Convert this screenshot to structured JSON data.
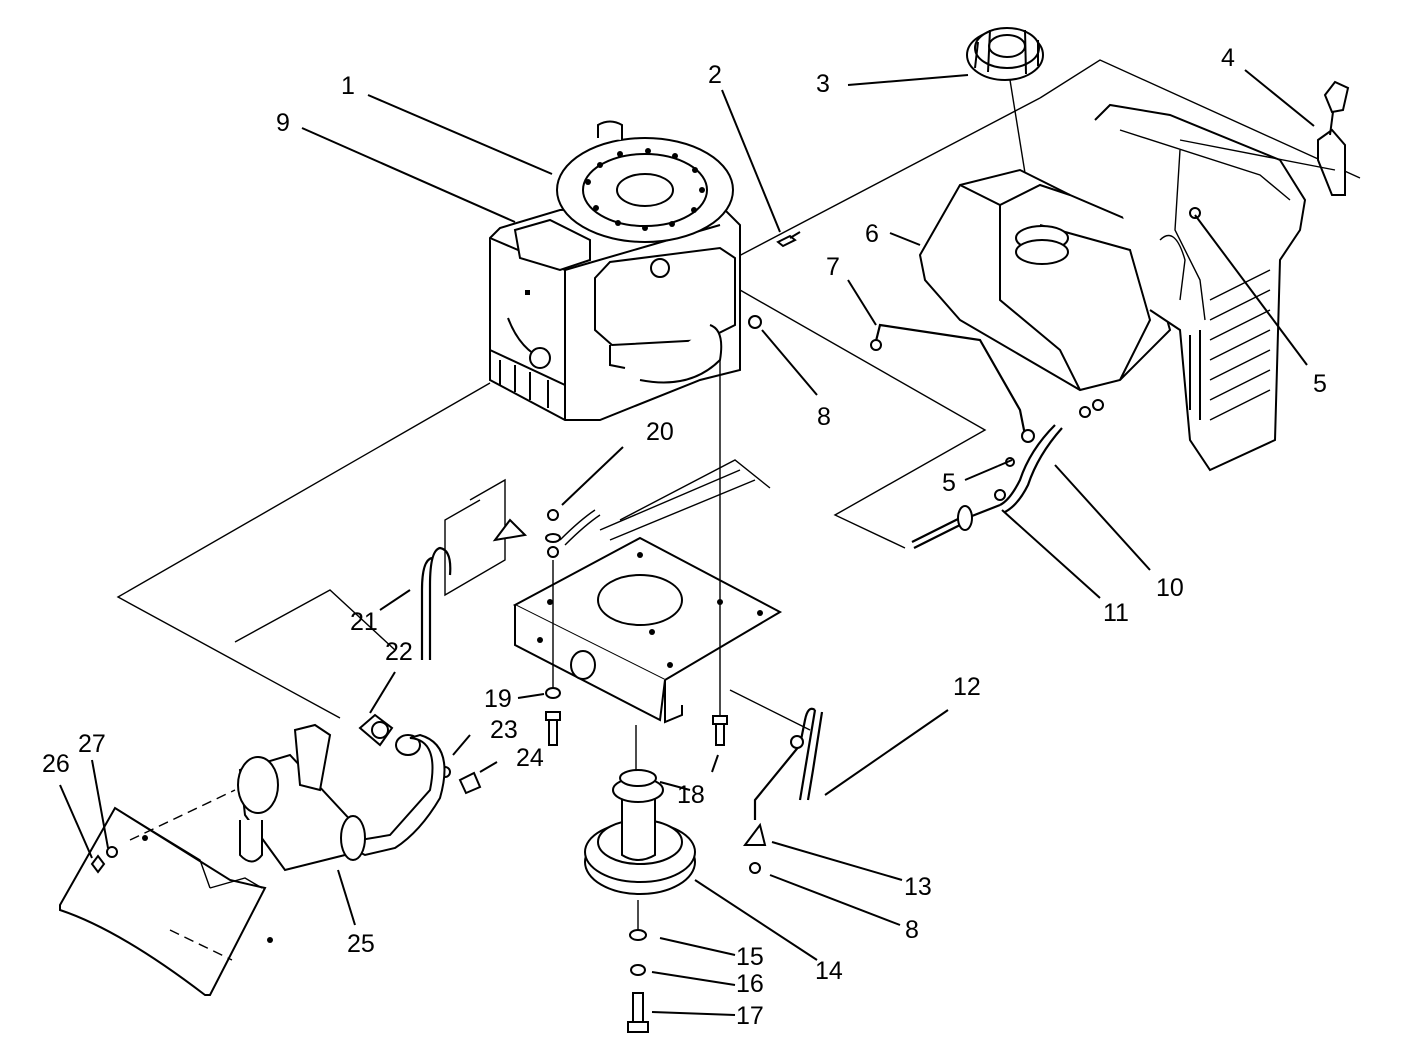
{
  "diagram": {
    "callouts": [
      {
        "id": "c1",
        "label": "1"
      },
      {
        "id": "c2",
        "label": "2"
      },
      {
        "id": "c3",
        "label": "3"
      },
      {
        "id": "c4",
        "label": "4"
      },
      {
        "id": "c5a",
        "label": "5"
      },
      {
        "id": "c5b",
        "label": "5"
      },
      {
        "id": "c6",
        "label": "6"
      },
      {
        "id": "c7",
        "label": "7"
      },
      {
        "id": "c8a",
        "label": "8"
      },
      {
        "id": "c8b",
        "label": "8"
      },
      {
        "id": "c9",
        "label": "9"
      },
      {
        "id": "c10",
        "label": "10"
      },
      {
        "id": "c11",
        "label": "11"
      },
      {
        "id": "c12",
        "label": "12"
      },
      {
        "id": "c13",
        "label": "13"
      },
      {
        "id": "c14",
        "label": "14"
      },
      {
        "id": "c15",
        "label": "15"
      },
      {
        "id": "c16",
        "label": "16"
      },
      {
        "id": "c17",
        "label": "17"
      },
      {
        "id": "c18",
        "label": "18"
      },
      {
        "id": "c19",
        "label": "19"
      },
      {
        "id": "c20",
        "label": "20"
      },
      {
        "id": "c21",
        "label": "21"
      },
      {
        "id": "c22",
        "label": "22"
      },
      {
        "id": "c23",
        "label": "23"
      },
      {
        "id": "c24",
        "label": "24"
      },
      {
        "id": "c25",
        "label": "25"
      },
      {
        "id": "c26",
        "label": "26"
      },
      {
        "id": "c27",
        "label": "27"
      }
    ]
  }
}
